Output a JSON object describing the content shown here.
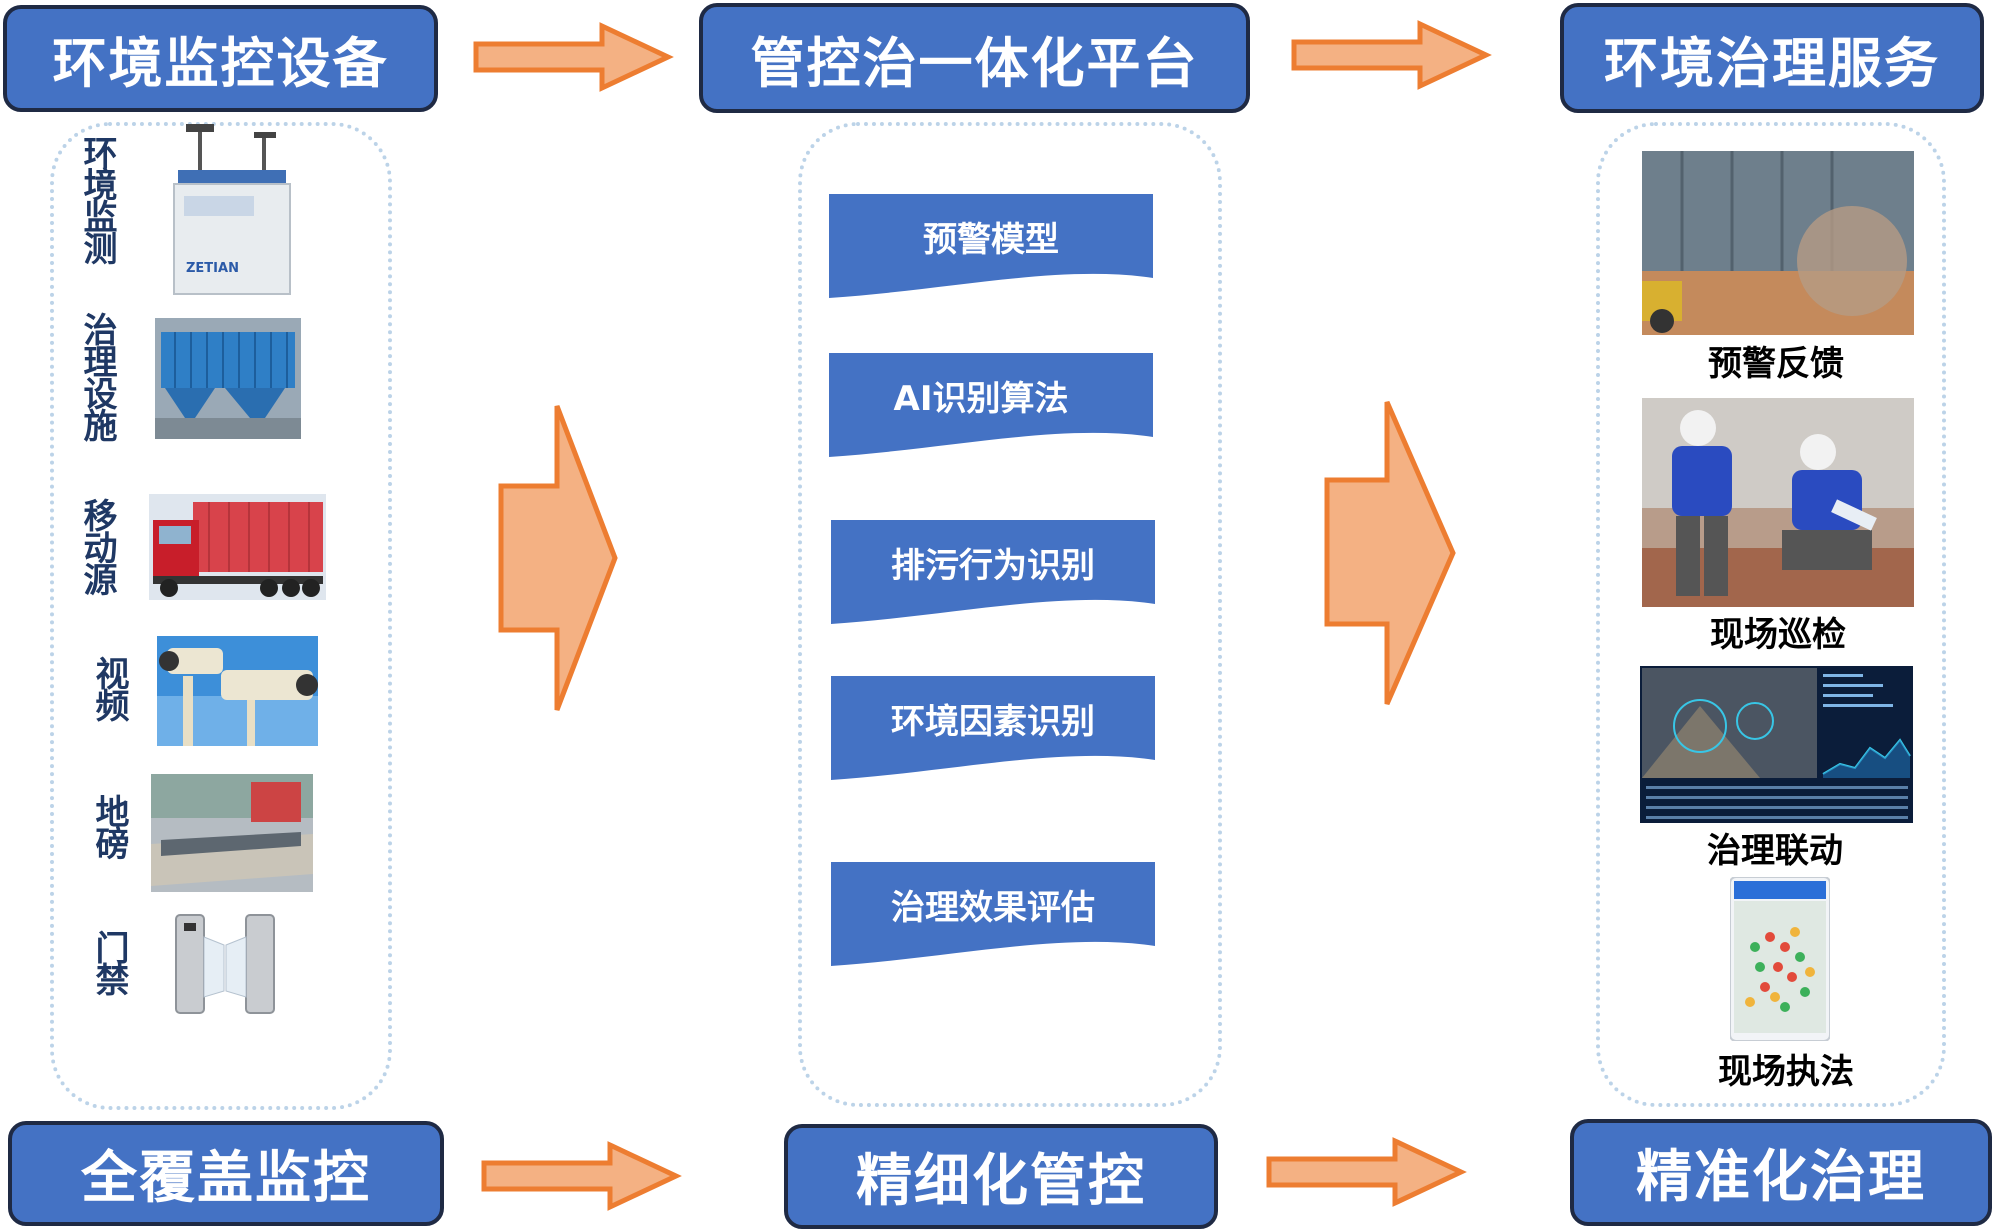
{
  "colors": {
    "box_fill": "#4472c4",
    "box_border": "#1f2a44",
    "arrow_fill": "#f4b183",
    "arrow_stroke": "#ed7d31",
    "label": "#1f3864"
  },
  "top": [
    "环境监控设备",
    "管控治一体化平台",
    "环境治理服务"
  ],
  "bottom": [
    "全覆盖监控",
    "精细化管控",
    "精准化治理"
  ],
  "devices": [
    "环境监测",
    "治理设施",
    "移动源",
    "视频",
    "地磅",
    "门禁"
  ],
  "device_tag": {
    "brand": "ZETIAN"
  },
  "platform": [
    "预警模型",
    "AI识别算法",
    "排污行为识别",
    "环境因素识别",
    "治理效果评估"
  ],
  "services": [
    "预警反馈",
    "现场巡检",
    "治理联动",
    "现场执法"
  ]
}
